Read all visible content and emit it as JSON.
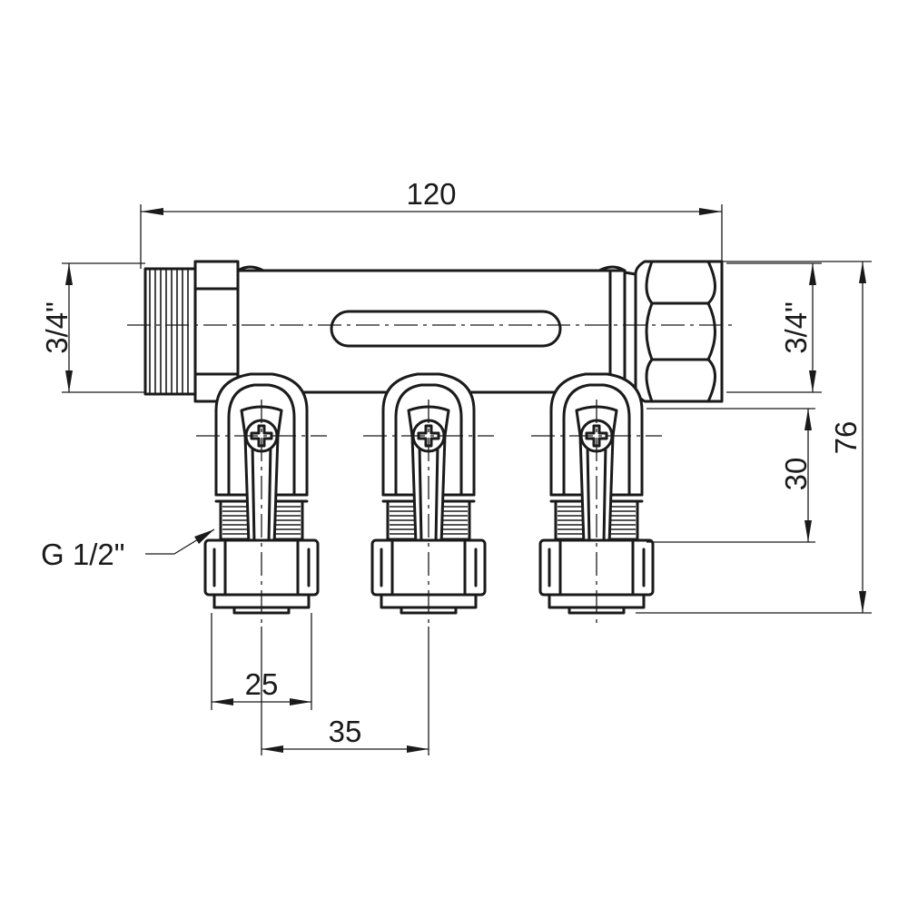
{
  "dimensions": {
    "overall_length": "120",
    "inlet_thread": "3/4\"",
    "outlet_thread": "3/4\"",
    "overall_height": "76",
    "branch_offset": "30",
    "branch_thread": "G 1/2\"",
    "nut_width": "25",
    "branch_pitch": "35"
  },
  "outlet_count": 3
}
